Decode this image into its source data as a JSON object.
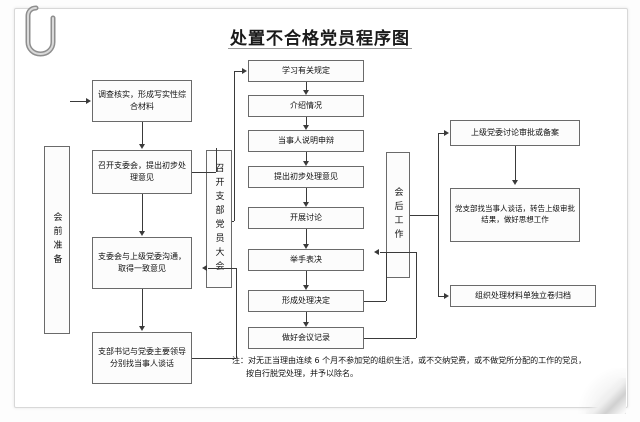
{
  "document": {
    "title": "处置不合格党员程序图",
    "icons": {
      "paperclip": "paperclip-icon",
      "page_curl": "page-curl-icon"
    }
  },
  "phases": {
    "pre_meeting": "会前准备",
    "branch_meeting": "召开支部党员大会",
    "post_meeting": "会后工作"
  },
  "left_column": [
    {
      "id": "investigate",
      "text": "调查核实，形成写实性综合材料"
    },
    {
      "id": "branch_committee",
      "text": "召开支委会，提出初步处理意见"
    },
    {
      "id": "communicate_upper",
      "text": "支委会与上级党委沟通，取得一致意见"
    },
    {
      "id": "secretary_talk",
      "text": "支部书记与党委主要领导分别找当事人谈话"
    }
  ],
  "middle_column": [
    {
      "id": "study_rules",
      "text": "学习有关规定"
    },
    {
      "id": "introduce",
      "text": "介绍情况"
    },
    {
      "id": "person_defense",
      "text": "当事人说明申辩"
    },
    {
      "id": "preliminary_opinion",
      "text": "提出初步处理意见"
    },
    {
      "id": "discussion",
      "text": "开展讨论"
    },
    {
      "id": "show_of_hands",
      "text": "举手表决"
    },
    {
      "id": "form_decision",
      "text": "形成处理决定"
    },
    {
      "id": "meeting_minutes",
      "text": "做好会议记录"
    }
  ],
  "right_column": [
    {
      "id": "upper_approval",
      "text": "上级党委讨论审批或备案"
    },
    {
      "id": "branch_inform",
      "text": "党支部找当事人谈话，转告上级审批结果，做好思想工作"
    },
    {
      "id": "archive",
      "text": "组织处理材料单独立卷归档"
    }
  ],
  "note": {
    "line1": "注：对无正当理由连续 6 个月不参加党的组织生活，或不交纳党费，或不做党所分配的工作的党员，",
    "line2": "按自行脱党处理，并予以除名。"
  },
  "colors": {
    "box_border": "#6a6a6a",
    "line": "#3a3a3a",
    "text": "#111111",
    "sheet": "#ffffff",
    "background": "#fdfdfd"
  }
}
